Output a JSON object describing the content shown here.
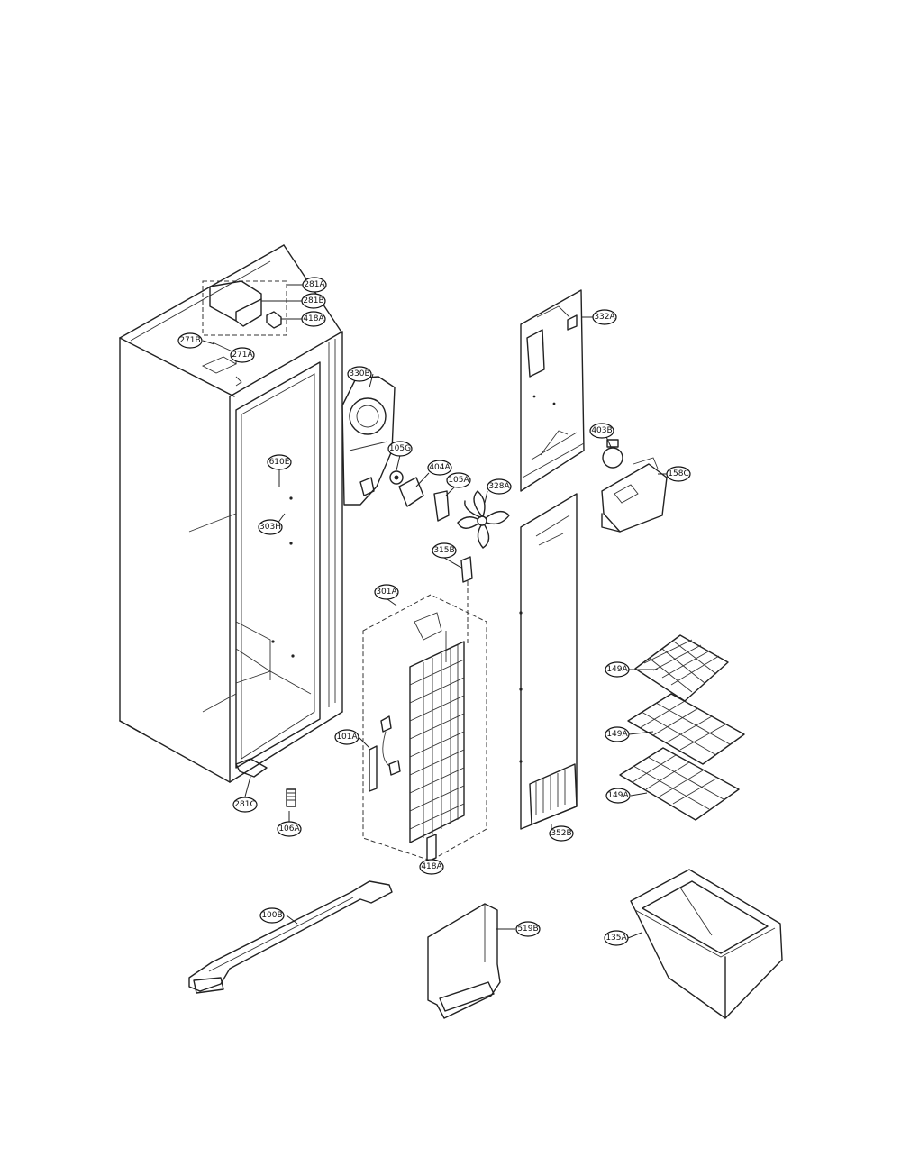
{
  "labels": {
    "c281a": "281A",
    "c281b": "281B",
    "c418a_top": "418A",
    "c271b": "271B",
    "c271a": "271A",
    "c610e": "610E",
    "c303h": "303H",
    "c330b": "330B",
    "c105g": "105G",
    "c404a": "404A",
    "c105a": "105A",
    "c328a": "328A",
    "c332a": "332A",
    "c403b": "403B",
    "c158c": "158C",
    "c315b": "315B",
    "c301a": "301A",
    "c101a": "101A",
    "c418a_bottom": "418A",
    "c149a_1": "149A",
    "c149a_2": "149A",
    "c149a_3": "149A",
    "c352b": "352B",
    "c281c": "281C",
    "c106a": "106A",
    "c100b": "100B",
    "c519b": "519B",
    "c135a": "135A"
  }
}
